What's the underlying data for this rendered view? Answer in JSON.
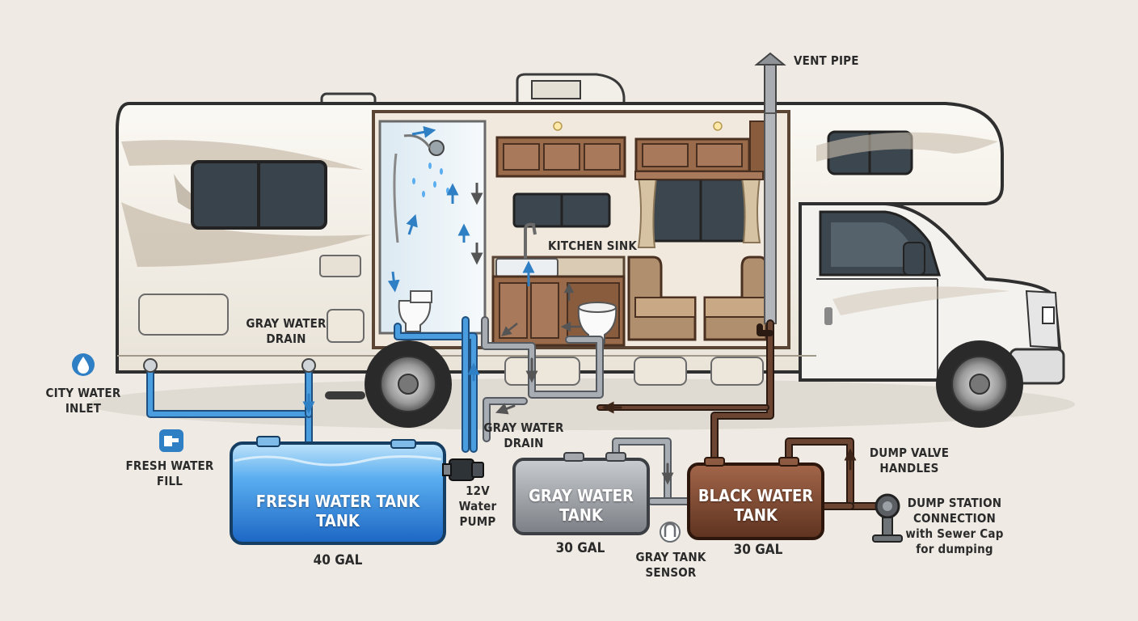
{
  "labels": {
    "vent_pipe": "VENT PIPE",
    "kitchen_sink": "KITCHEN SINK",
    "gray_water_drain_upper": [
      "GRAY WATER",
      "DRAIN"
    ],
    "gray_water_drain_lower": [
      "GRAY WATER",
      "DRAIN"
    ],
    "city_water_inlet": [
      "CITY WATER",
      "INLET"
    ],
    "fresh_water_fill": [
      "FRESH WATER",
      "FILL"
    ],
    "water_pump": [
      "12V",
      "Water",
      "PUMP"
    ],
    "dump_valve_handles": [
      "DUMP VALVE",
      "HANDLES"
    ],
    "dump_station_connection": [
      "DUMP STATION",
      "CONNECTION",
      "with Sewer Cap",
      "for dumping"
    ],
    "gray_tank_sensor": [
      "GRAY TANK",
      "SENSOR"
    ]
  },
  "tanks": {
    "fresh": {
      "title": [
        "FRESH WATER TANK",
        "TANK"
      ],
      "capacity": "40 GAL"
    },
    "gray": {
      "title": [
        "GRAY WATER",
        "TANK"
      ],
      "capacity": "30 GAL"
    },
    "black": {
      "title": [
        "BLACK WATER",
        "TANK"
      ],
      "capacity": "30 GAL"
    }
  },
  "colors": {
    "fresh_pipe": "#3f8fce",
    "gray_pipe": "#8e9297",
    "black_pipe": "#5b3a2a",
    "rv_body": "#f7f3ec",
    "swoosh": "#b9ab98"
  },
  "icons": [
    "city-water-icon",
    "fresh-water-fill-icon",
    "gray-tank-sensor-icon"
  ]
}
